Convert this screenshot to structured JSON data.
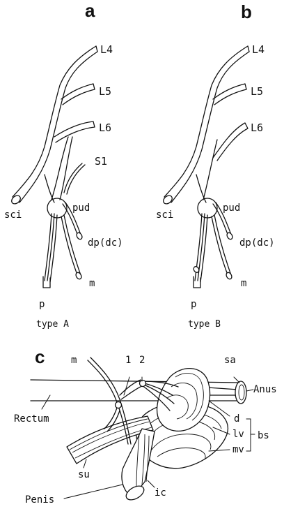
{
  "panels": {
    "a": {
      "letter": "a",
      "caption": "type A",
      "labels": {
        "l4": "L4",
        "l5": "L5",
        "l6": "L6",
        "s1": "S1",
        "sci": "sci",
        "pud": "pud",
        "dp": "dp(dc)",
        "m": "m",
        "p": "p"
      }
    },
    "b": {
      "letter": "b",
      "caption": "type B",
      "labels": {
        "l4": "L4",
        "l5": "L5",
        "l6": "L6",
        "sci": "sci",
        "pud": "pud",
        "dp": "dp(dc)",
        "m": "m",
        "p": "p"
      }
    },
    "c": {
      "letter": "c",
      "labels": {
        "m": "m",
        "one": "1",
        "two": "2",
        "sa": "sa",
        "anus": "Anus",
        "rectum": "Rectum",
        "d": "d",
        "lv": "lv",
        "mv": "mv",
        "bs": "bs",
        "su": "su",
        "ic": "ic",
        "penis": "Penis"
      }
    }
  }
}
